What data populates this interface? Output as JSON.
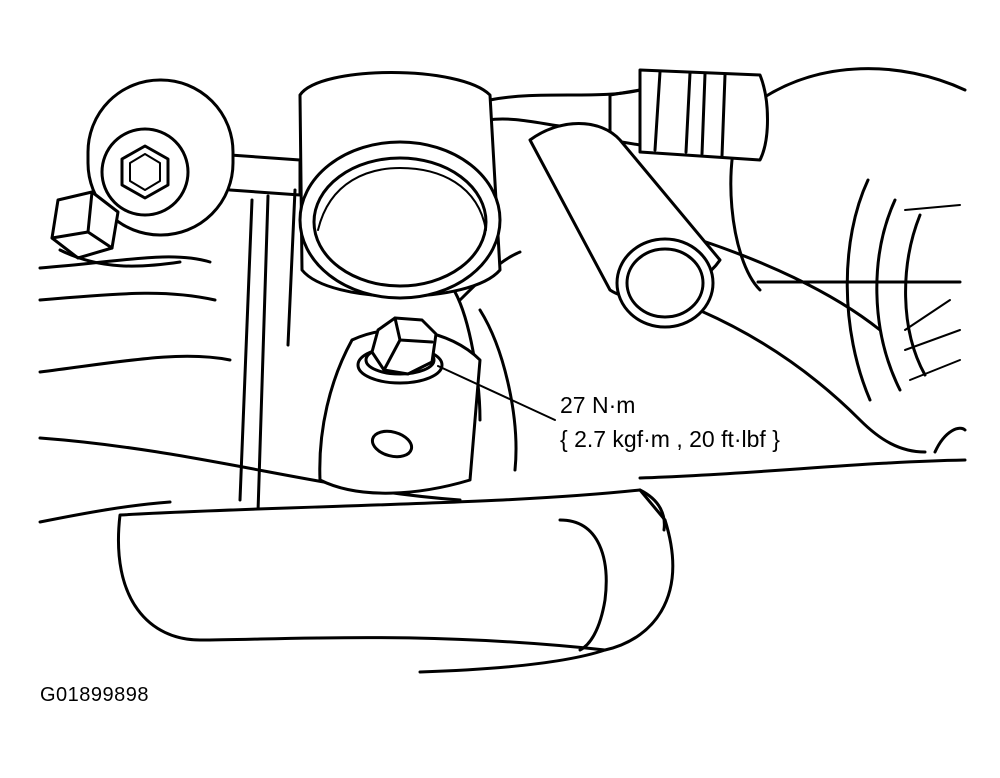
{
  "callout": {
    "torque_primary": "27 N·m",
    "torque_secondary": "{ 2.7 kgf·m , 20 ft·lbf }"
  },
  "figure": {
    "id": "G01899898"
  },
  "colors": {
    "ink": "#000000",
    "paper": "#ffffff"
  }
}
